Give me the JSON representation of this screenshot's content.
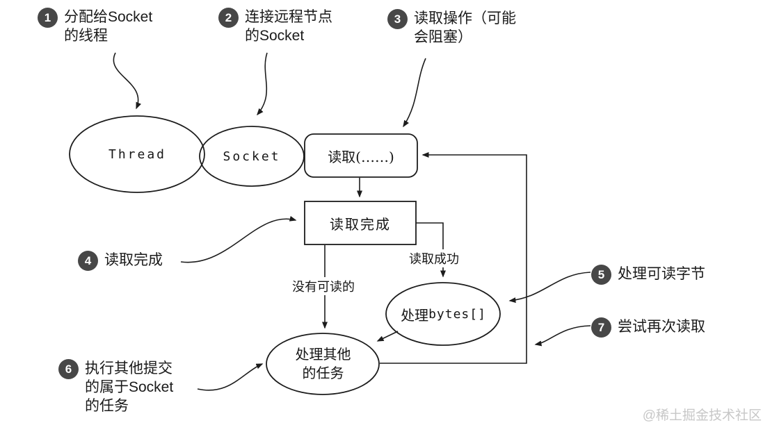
{
  "diagram": {
    "nodes": {
      "thread": "Thread",
      "socket": "Socket",
      "read": "读取(……)",
      "read_complete": "读取完成",
      "process_bytes_cjk": "处理",
      "process_bytes_code": "bytes[]",
      "other_tasks_line1": "处理其他",
      "other_tasks_line2": "的任务"
    },
    "edge_labels": {
      "read_success": "读取成功",
      "nothing_to_read": "没有可读的"
    },
    "annotations": [
      {
        "num": "1",
        "lines": [
          "分配给Socket",
          "的线程"
        ]
      },
      {
        "num": "2",
        "lines": [
          "连接远程节点",
          "的Socket"
        ]
      },
      {
        "num": "3",
        "lines": [
          "读取操作（可能",
          "会阻塞）"
        ]
      },
      {
        "num": "4",
        "lines": [
          "读取完成"
        ]
      },
      {
        "num": "5",
        "lines": [
          "处理可读字节"
        ]
      },
      {
        "num": "6",
        "lines": [
          "执行其他提交",
          "的属于Socket",
          "的任务"
        ]
      },
      {
        "num": "7",
        "lines": [
          "尝试再次读取"
        ]
      }
    ],
    "watermark": "@稀土掘金技术社区",
    "colors": {
      "stroke": "#1c1c1c",
      "badge_bg": "#474747",
      "badge_text": "#ffffff",
      "watermark": "#c7c7c7"
    }
  }
}
